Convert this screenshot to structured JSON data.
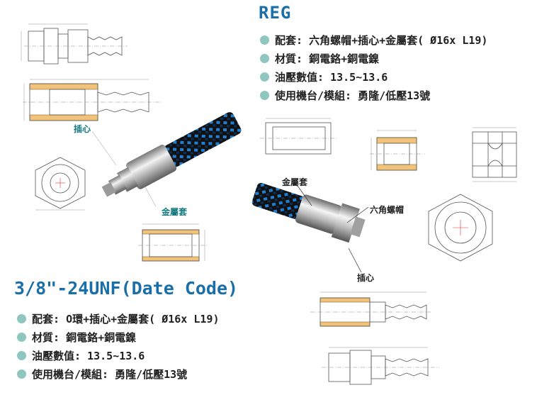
{
  "reg": {
    "title": "REG",
    "specs": [
      {
        "key": "配套: ",
        "value": "六角螺帽+插心+金屬套( Ø16x L19)"
      },
      {
        "key": "材質: ",
        "value": "銅電鉻+銅電鎳"
      },
      {
        "key": "油壓數值: ",
        "value": "13.5~13.6"
      },
      {
        "key": "使用機台/模組: ",
        "value": "勇隆/低壓13號"
      }
    ],
    "callouts": {
      "metal_sleeve": "金屬套",
      "hex_nut": "六角螺帽",
      "insert": "插心"
    }
  },
  "unf": {
    "title": "3/8\"-24UNF(Date Code)",
    "specs": [
      {
        "key": "配套: ",
        "value": "O環+插心+金屬套( Ø16x L19)"
      },
      {
        "key": "材質: ",
        "value": "銅電鉻+銅電鎳"
      },
      {
        "key": "油壓數值: ",
        "value": "13.5~13.6"
      },
      {
        "key": "使用機台/模組: ",
        "value": "勇隆/低壓13號"
      }
    ],
    "callouts": {
      "insert": "插心",
      "metal_sleeve": "金屬套"
    }
  },
  "colors": {
    "title": "#1a6fa8",
    "bullet": "#8fc7c0",
    "callout_teal": "#147a80",
    "hose_blue": "#1e7fd6",
    "metal": "#c8c8c8"
  }
}
